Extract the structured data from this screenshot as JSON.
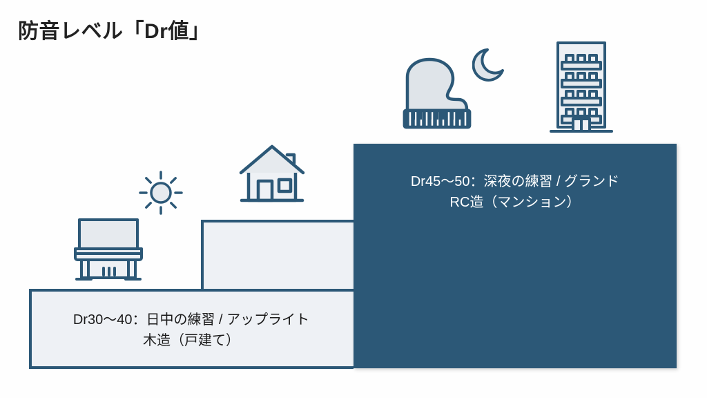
{
  "page": {
    "title": "防音レベル「Dr値」",
    "background_color": "#fefefe"
  },
  "colors": {
    "dark_blue": "#2c5877",
    "light_fill": "#eef1f5",
    "icon_stroke": "#2c5877",
    "icon_fill": "#dfe4e9",
    "title_text": "#222222",
    "dark_block_text": "#ffffff",
    "light_block_text": "#1b1b1b"
  },
  "steps": [
    {
      "id": "lower-step",
      "level": "low",
      "fill": "#eef1f5",
      "text_color": "#1b1b1b",
      "lines": [
        "Dr30〜40：日中の練習 / アップライト",
        "木造（戸建て）"
      ],
      "dr_range": "Dr30〜40",
      "usage": "日中の練習",
      "instrument": "アップライト",
      "structure": "木造（戸建て）"
    },
    {
      "id": "dark-block",
      "level": "high",
      "fill": "#2c5877",
      "text_color": "#ffffff",
      "lines": [
        "Dr45〜50：深夜の練習 / グランド",
        "RC造（マンション）"
      ],
      "dr_range": "Dr45〜50",
      "usage": "深夜の練習",
      "instrument": "グランド",
      "structure": "RC造（マンション）"
    }
  ],
  "icons": [
    {
      "name": "upright-piano-icon",
      "label": "アップライトピアノ"
    },
    {
      "name": "sun-icon",
      "label": "太陽（日中）"
    },
    {
      "name": "house-icon",
      "label": "戸建て住宅"
    },
    {
      "name": "grand-piano-icon",
      "label": "グランドピアノ"
    },
    {
      "name": "moon-icon",
      "label": "月（深夜）"
    },
    {
      "name": "apartment-building-icon",
      "label": "マンション"
    }
  ]
}
